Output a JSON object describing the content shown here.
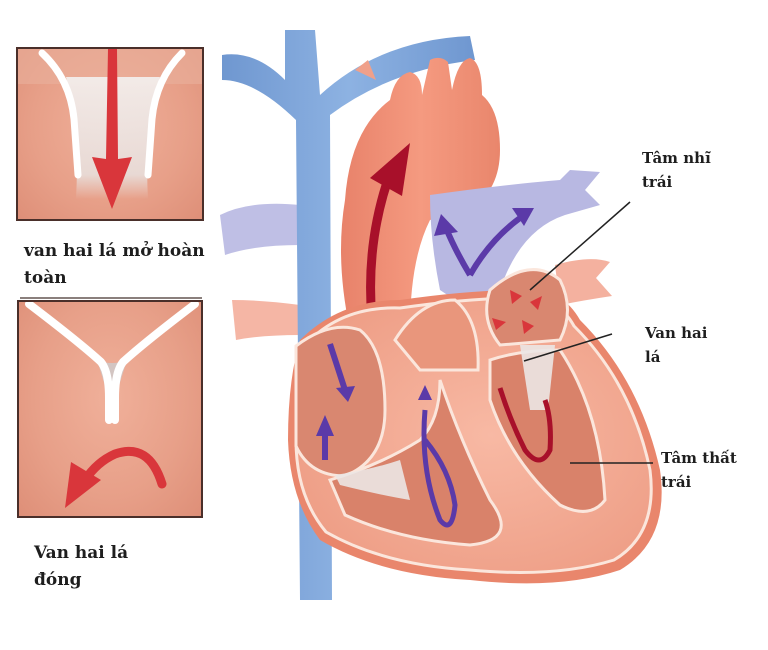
{
  "diagram": {
    "topic": "Mitral valve (van hai lá) function in the heart",
    "colors": {
      "background": "#ffffff",
      "panel_bg": "#e79f88",
      "panel_border": "#4a2f2a",
      "valve_white": "#f7f4f2",
      "flow_arrow_red": "#d9363b",
      "oxygen_arrow_red": "#a8102a",
      "deoxy_arrow_purple": "#5b3aa8",
      "vein_blue": "#7fa5d8",
      "pulmonary_lavender": "#b4b4e0",
      "heart_muscle": "#f2a590",
      "label_text": "#1e1e1e"
    }
  },
  "panels": {
    "open": {
      "caption_line1": "van hai lá mở hoàn",
      "caption_line2": "toàn",
      "arrow": "down-arrow"
    },
    "closed": {
      "caption_line1": "Van hai lá",
      "caption_line2": "đóng",
      "arrow": "curved-back-arrow"
    }
  },
  "labels": {
    "left_atrium": {
      "line1": "Tâm nhĩ",
      "line2": "trái"
    },
    "mitral_valve": {
      "line1": "Van hai",
      "line2": "lá"
    },
    "left_ventricle": {
      "line1": "Tâm thất",
      "line2": "trái"
    }
  }
}
